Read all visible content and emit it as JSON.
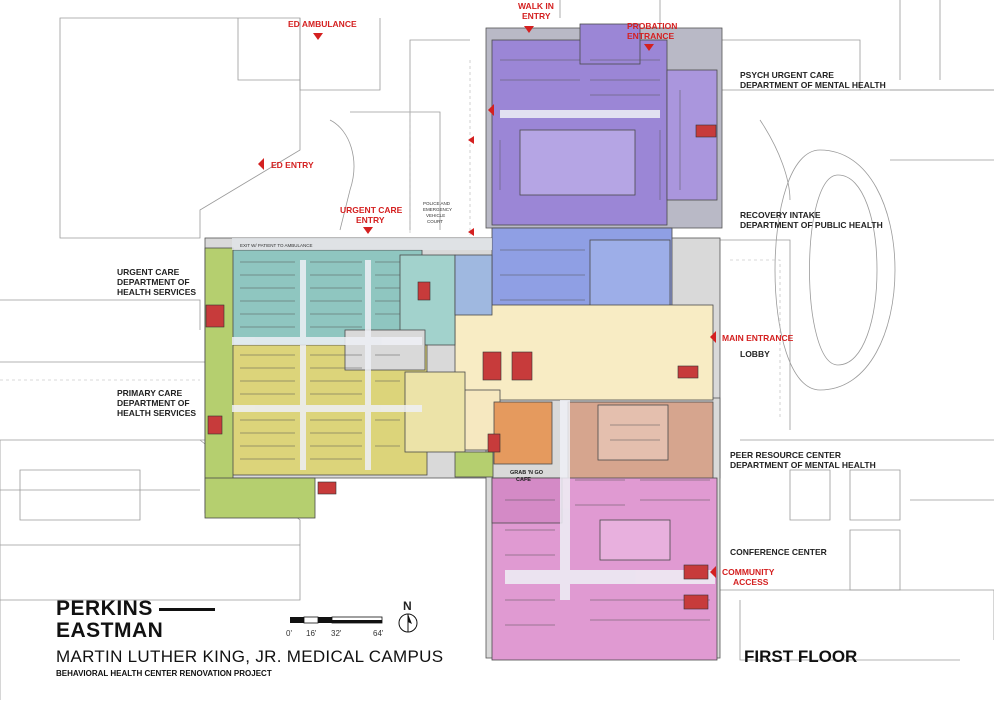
{
  "firm": {
    "line1": "PERKINS",
    "line2": "EASTMAN"
  },
  "campus_title": "MARTIN LUTHER KING, JR. MEDICAL CAMPUS",
  "project_title": "BEHAVIORAL HEALTH CENTER RENOVATION PROJECT",
  "floor_label": "FIRST FLOOR",
  "north_label": "N",
  "scale_ticks": [
    "0'",
    "16'",
    "32'",
    "64'"
  ],
  "entrances": {
    "ed_ambulance": "ED AMBULANCE",
    "walk_in_1": "WALK IN",
    "walk_in_2": "ENTRY",
    "probation_1": "PROBATION",
    "probation_2": "ENTRANCE",
    "ed_entry": "ED ENTRY",
    "urgent_care_1": "URGENT CARE",
    "urgent_care_2": "ENTRY",
    "main_entrance": "MAIN ENTRANCE",
    "community_1": "COMMUNITY",
    "community_2": "ACCESS"
  },
  "departments": {
    "psych_1": "PSYCH URGENT CARE",
    "psych_2": "DEPARTMENT OF MENTAL HEALTH",
    "recovery_1": "RECOVERY INTAKE",
    "recovery_2": "DEPARTMENT OF PUBLIC HEALTH",
    "lobby": "LOBBY",
    "urgent_1": "URGENT CARE",
    "urgent_2": "DEPARTMENT OF",
    "urgent_3": "HEALTH SERVICES",
    "primary_1": "PRIMARY CARE",
    "primary_2": "DEPARTMENT OF",
    "primary_3": "HEALTH SERVICES",
    "peer_1": "PEER RESOURCE CENTER",
    "peer_2": "DEPARTMENT OF MENTAL HEALTH",
    "conference": "CONFERENCE CENTER"
  },
  "site_labels": {
    "police_1": "POLICE AND",
    "police_2": "EMERGENCY",
    "police_3": "VEHICLE",
    "police_4": "COURT",
    "exit_corridor": "EXIT W/ PATIENT TO AMBULANCE",
    "cafe_1": "GRAB 'N GO",
    "cafe_2": "CAFE"
  },
  "colors": {
    "psych": "#9b86d6",
    "recovery": "#8f9fe4",
    "lobby": "#f8ecc4",
    "urgent_care": "#8fc6c0",
    "primary_care": "#dcd47a",
    "green_wing": "#b5cf6f",
    "cafe": "#e59a5e",
    "peer": "#d6a58e",
    "conference": "#e09ad2",
    "accent_red": "#d42020"
  }
}
